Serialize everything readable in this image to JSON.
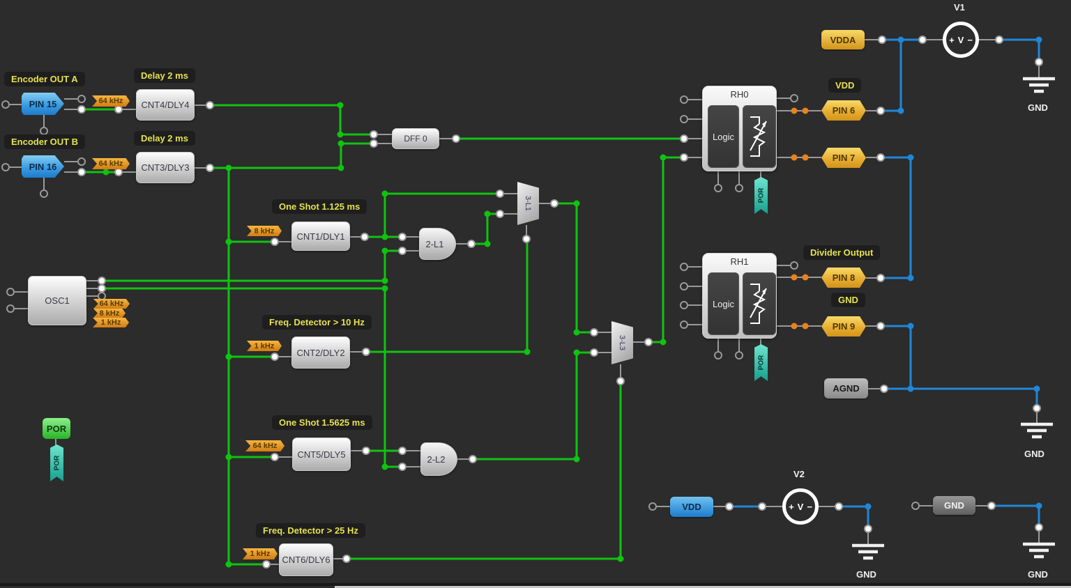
{
  "labels": {
    "encoder_out_a": "Encoder OUT A",
    "encoder_out_b": "Encoder OUT B",
    "delay_2ms": "Delay 2 ms",
    "one_shot_1125": "One Shot 1.125 ms",
    "freq_det_10": "Freq. Detector > 10 Hz",
    "one_shot_15625": "One Shot 1.5625 ms",
    "freq_det_25": "Freq. Detector > 25 Hz",
    "vdd": "VDD",
    "divider_output": "Divider Output",
    "gnd": "GND"
  },
  "blocks": {
    "cnt4": "CNT4/DLY4",
    "cnt3": "CNT3/DLY3",
    "cnt1": "CNT1/DLY1",
    "cnt2": "CNT2/DLY2",
    "cnt5": "CNT5/DLY5",
    "cnt6": "CNT6/DLY6",
    "dff0": "DFF 0",
    "osc1": "OSC1",
    "gate_2l1": "2-L1",
    "gate_2l2": "2-L2",
    "mux_3l1": "3-L1",
    "mux_3l3": "3-L3",
    "rh0": "RH0",
    "rh1": "RH1",
    "logic": "Logic"
  },
  "pins": {
    "pin15": "PIN 15",
    "pin16": "PIN 16",
    "pin6": "PIN 6",
    "pin7": "PIN 7",
    "pin8": "PIN 8",
    "pin9": "PIN 9"
  },
  "power_tags": {
    "vdda": "VDDA",
    "vdd": "VDD",
    "gnd": "GND",
    "agnd": "AGND"
  },
  "por": {
    "block": "POR",
    "flag": "POR"
  },
  "flags": {
    "f64k": "64 kHz",
    "f8k": "8 kHz",
    "f1k": "1 kHz"
  },
  "sources": {
    "v1": "V1",
    "v2": "V2",
    "plus": "+",
    "v": "V",
    "minus": "−"
  },
  "ground_label": "GND",
  "colors": {
    "background": "#2c2c2c",
    "wire_green": "#0fc40f",
    "wire_blue": "#1f87d8",
    "stub_gray": "#9a9a9a",
    "tag_gold": "#e7ae33",
    "tag_blue": "#3c9ce0",
    "label_yellow": "#e6e150",
    "por_green": "#28b428",
    "por_teal": "#17a08e",
    "dot_orange": "#e8821e"
  }
}
